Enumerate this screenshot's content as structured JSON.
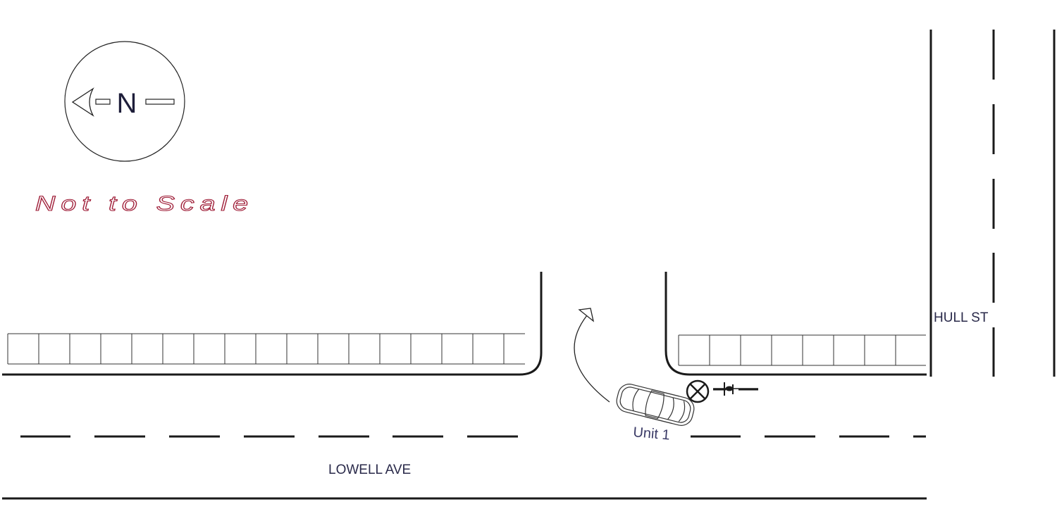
{
  "compass": {
    "letter": "N",
    "icon": "north-arrow-icon"
  },
  "scale_note": "Not to Scale",
  "streets": {
    "horizontal": "LOWELL AVE",
    "vertical": "HULL ST"
  },
  "vehicles": [
    {
      "label": "Unit 1",
      "icon": "car-icon"
    }
  ],
  "markers": {
    "impact": "impact-point-icon",
    "bicycle": "bicycle-icon",
    "path": "turn-path-arrow"
  },
  "colors": {
    "lines": "#1a1a1a",
    "text": "#2a2a4a",
    "scale_text": "#a0203a"
  }
}
